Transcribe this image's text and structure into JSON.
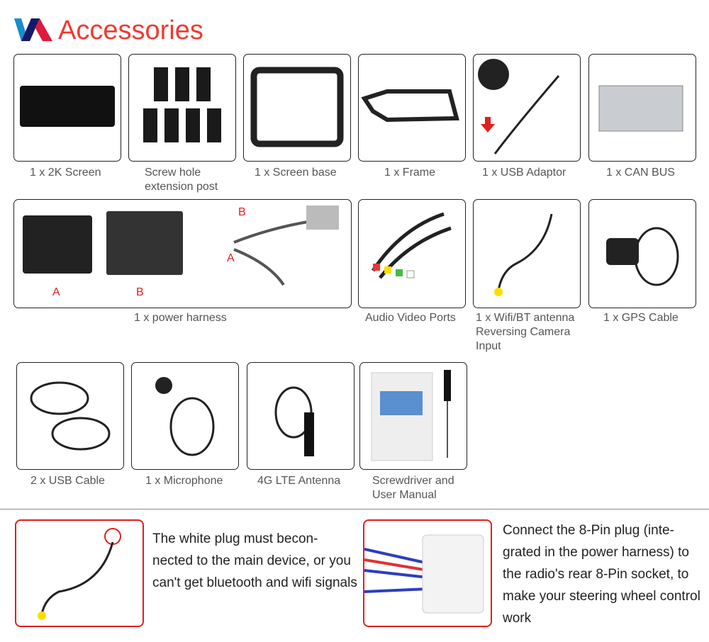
{
  "header": {
    "title": "Accessories"
  },
  "items": [
    {
      "label": "1 x 2K Screen"
    },
    {
      "label": "Screw hole extension post"
    },
    {
      "label": "1 x Screen base"
    },
    {
      "label": "1 x Frame"
    },
    {
      "label": "1 x USB Adaptor"
    },
    {
      "label": "1 x CAN BUS"
    },
    {
      "label": "1 x power harness",
      "markers": [
        "A",
        "B",
        "B",
        "A"
      ]
    },
    {
      "label": "Audio Video Ports"
    },
    {
      "label": "1 x Wifi/BT antenna Reversing Camera Input"
    },
    {
      "label": "1 x GPS Cable"
    },
    {
      "label": "2 x USB Cable"
    },
    {
      "label": "1 x Microphone"
    },
    {
      "label": "4G LTE Antenna"
    },
    {
      "label": "Screwdriver and User Manual"
    }
  ],
  "notes": [
    {
      "text": "The white plug must becon-nected to the main device, or you can't get bluetooth and wifi signals"
    },
    {
      "text": "Connect the 8-Pin plug (inte-grated in the power harness) to the radio's rear 8-Pin socket, to make your steering wheel control work"
    }
  ],
  "colors": {
    "accent": "#f03a30",
    "note_border": "#e0201e"
  }
}
